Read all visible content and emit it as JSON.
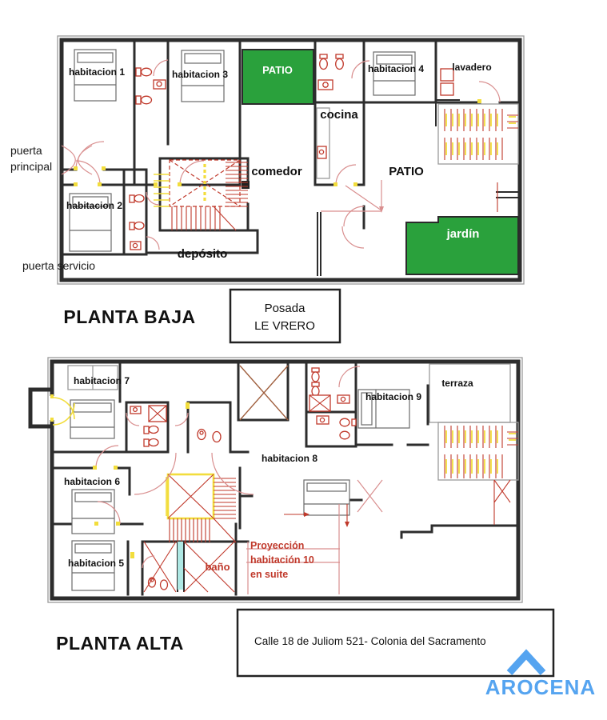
{
  "pb": {
    "title": "PLANTA BAJA",
    "h1": "habitacion 1",
    "h3": "habitacion 3",
    "patio_top": "PATIO",
    "cocina": "cocina",
    "h4": "habitacion 4",
    "lavadero": "lavadero",
    "comedor": "comedor",
    "patio_right": "PATIO",
    "jardin": "jardín",
    "h2": "habitacion 2",
    "deposito": "depósito",
    "puerta_principal_1": "puerta",
    "puerta_principal_2": "principal",
    "puerta_servicio": "puerta servicio"
  },
  "posada": {
    "line1": "Posada",
    "line2": "LE VRERO"
  },
  "pa": {
    "title": "PLANTA ALTA",
    "h5": "habitacion 5",
    "h6": "habitacion 6",
    "h7": "habitacion 7",
    "h8": "habitacion 8",
    "h9": "habitacion 9",
    "terraza": "terraza",
    "bano": "baño",
    "proy_1": "Proyección",
    "proy_2": "habitación 10",
    "proy_3": "en suite"
  },
  "address": {
    "text": "Calle 18 de Juliom 521- Colonia del Sacramento"
  },
  "logo": {
    "text": "AROCENA"
  },
  "colors": {
    "patio_green": "#2aa13c",
    "cad_red": "#c0392b",
    "cad_yellow": "#f2dd3c",
    "wall_dark": "#2d2d2d",
    "logo_blue": "#55a4f0"
  }
}
